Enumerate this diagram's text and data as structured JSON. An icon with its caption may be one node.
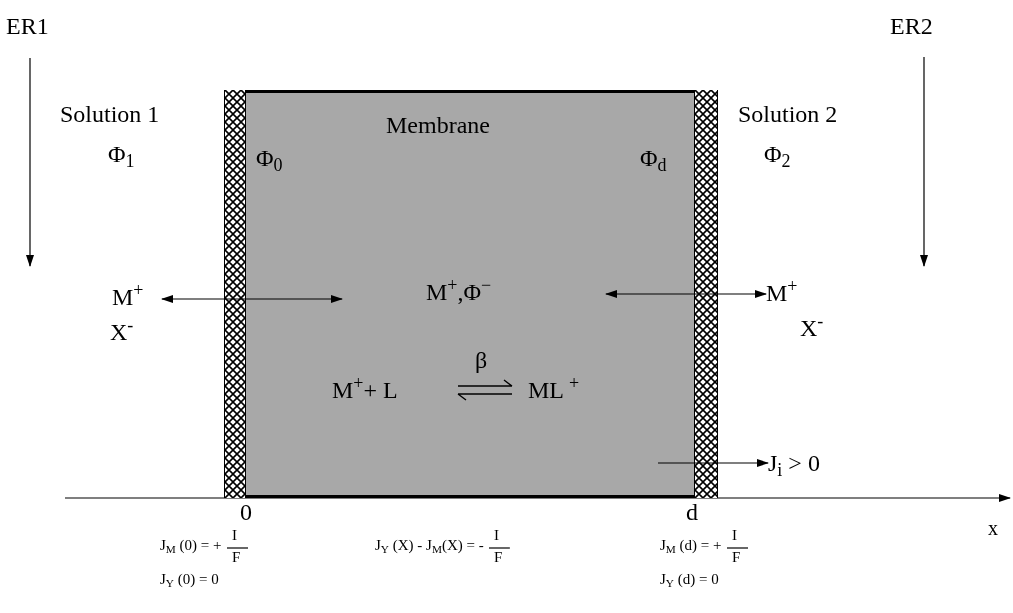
{
  "diagram": {
    "nodes": [
      {
        "text": [
          "Membrane"
        ]
      },
      {
        "text": [
          "M$^{+}$"
        ]
      },
      {
        "text": [
          "M$^{+}$"
        ]
      },
      {
        "text": [
          "J$_{i}$ > 0"
        ]
      }
    ],
    "edges": [
      {
        "from": 1,
        "to": 0,
        "arrow": "both"
      },
      {
        "from": 0,
        "to": 2,
        "arrow": "both"
      },
      {
        "from": 0,
        "to": 3,
        "arrow": "to"
      }
    ],
    "labels": [
      "ER1",
      "ER2",
      "Solution 1",
      "Solution 2",
      "Φ$_{1}$",
      "Φ$_{0}$",
      "Φ$_{d}$",
      "Φ$_{2}$",
      "M$^{+}$,Φ$^{−}$",
      "X$^{-}$",
      "X$^{-}$",
      "β",
      "M$^{+}$+ L",
      "ML $^{+}$",
      "0",
      "d",
      "x",
      "J$_{M}$ (0) = +",
      "I",
      "F",
      "J$_{Y}$ (0) = 0",
      "J$_{Y}$ (X) - J$_{M}$(X) = -",
      "I",
      "F",
      "J$_{M}$ (d) = +",
      "I",
      "F",
      "J$_{Y}$ (d) = 0"
    ]
  }
}
